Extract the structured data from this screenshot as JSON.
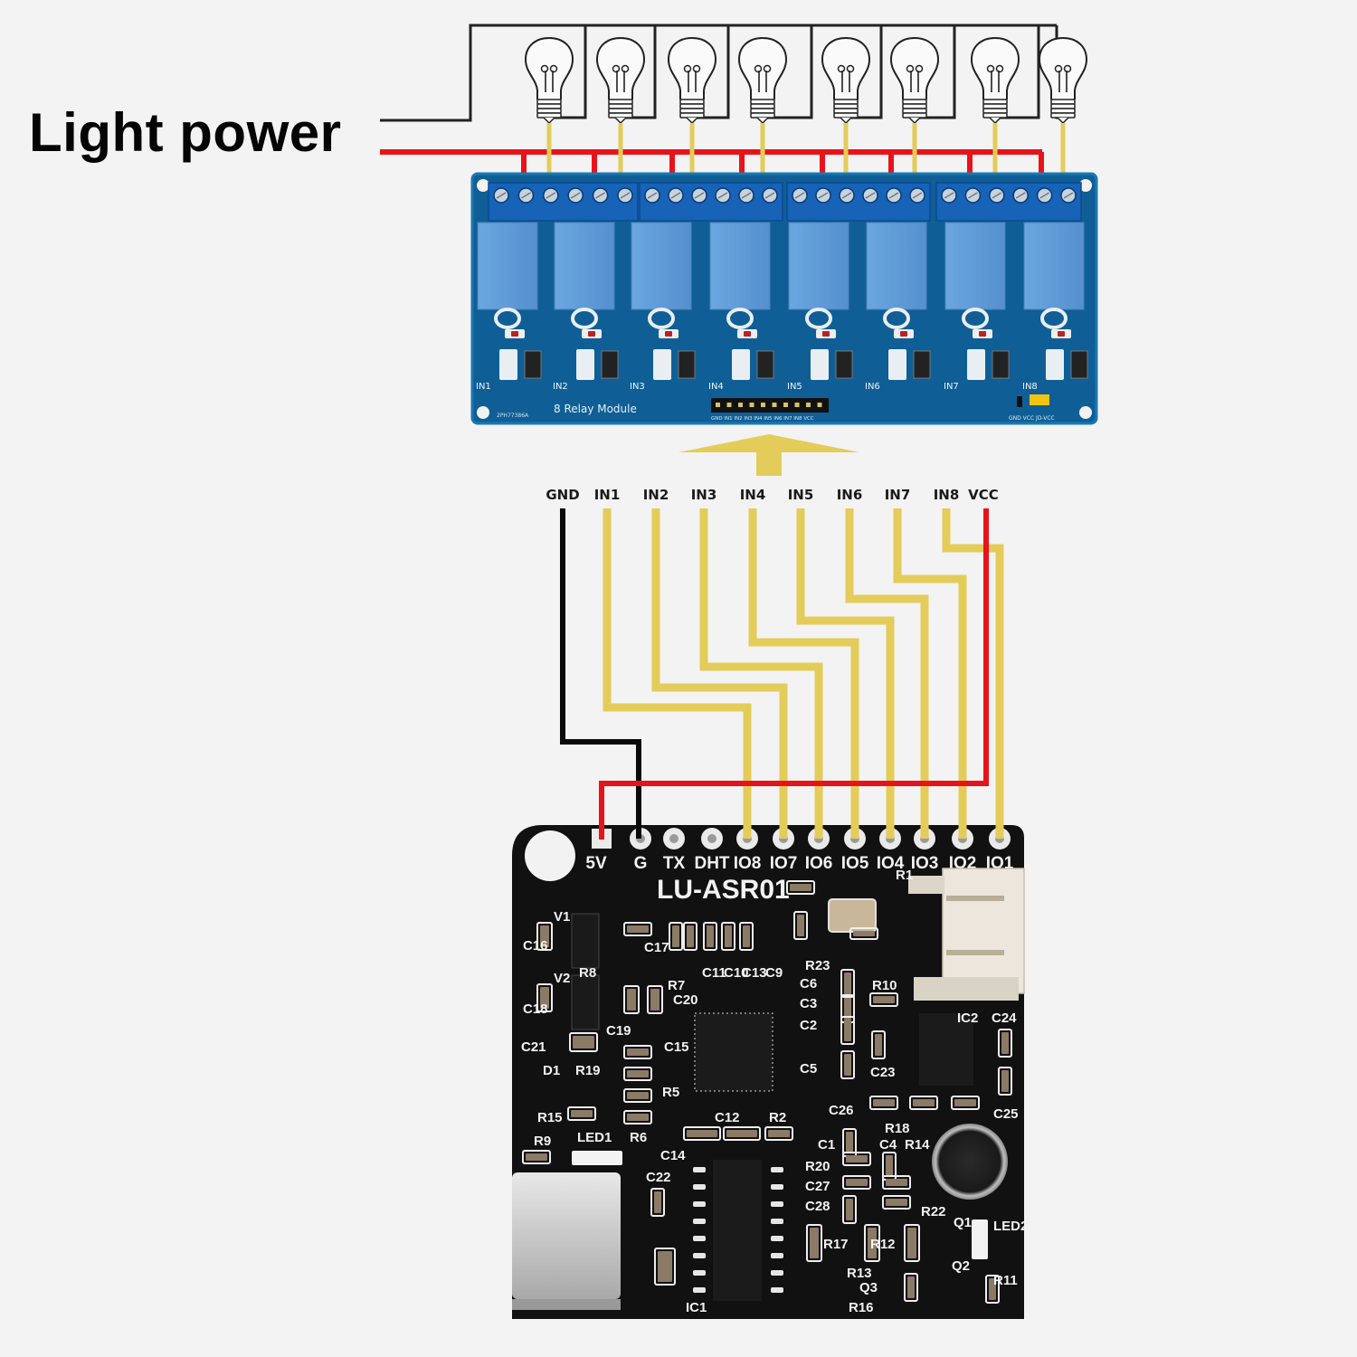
{
  "title": "Light power",
  "colors": {
    "background": "#f3f3f3",
    "power_wire": "#e8131a",
    "signal_wire": "#e3cc5a",
    "ground_wire": "#0a0a0a",
    "neutral_wire": "#222222",
    "relay_board": "#0f5f96",
    "relay_body": "#5e9ad6",
    "terminal_block": "#1663b8",
    "asr_board": "#111111",
    "arrow": "#e3cc5a"
  },
  "lamps": [
    {
      "id": "lamp-1"
    },
    {
      "id": "lamp-2"
    },
    {
      "id": "lamp-3"
    },
    {
      "id": "lamp-4"
    },
    {
      "id": "lamp-5"
    },
    {
      "id": "lamp-6"
    },
    {
      "id": "lamp-7"
    },
    {
      "id": "lamp-8"
    }
  ],
  "relay_module": {
    "name": "8 Relay Module",
    "part_no": "2PH77386A",
    "channel_labels": [
      "IN1",
      "IN2",
      "IN3",
      "IN4",
      "IN5",
      "IN6",
      "IN7",
      "IN8"
    ],
    "header_label": "GND IN1 IN2 IN3 IN4 IN5 IN6 IN7 IN8 VCC",
    "jumper_label": "GND VCC JD-VCC"
  },
  "connector_labels": [
    "GND",
    "IN1",
    "IN2",
    "IN3",
    "IN4",
    "IN5",
    "IN6",
    "IN7",
    "IN8",
    "VCC"
  ],
  "wiring": [
    {
      "from": "GND",
      "to": "G",
      "color": "ground"
    },
    {
      "from": "IN1",
      "to": "IO8",
      "color": "signal"
    },
    {
      "from": "IN2",
      "to": "IO7",
      "color": "signal"
    },
    {
      "from": "IN3",
      "to": "IO6",
      "color": "signal"
    },
    {
      "from": "IN4",
      "to": "IO5",
      "color": "signal"
    },
    {
      "from": "IN5",
      "to": "IO4",
      "color": "signal"
    },
    {
      "from": "IN6",
      "to": "IO3",
      "color": "signal"
    },
    {
      "from": "IN7",
      "to": "IO2",
      "color": "signal"
    },
    {
      "from": "IN8",
      "to": "IO1",
      "color": "signal"
    },
    {
      "from": "VCC",
      "to": "5V",
      "color": "power"
    }
  ],
  "asr_board": {
    "name": "LU-ASR01",
    "pin_labels": [
      "5V",
      "G",
      "TX",
      "DHT",
      "IO8",
      "IO7",
      "IO6",
      "IO5",
      "IO4",
      "IO3",
      "IO2",
      "IO1"
    ],
    "silkscreen": [
      "V1",
      "V2",
      "C16",
      "C18",
      "R8",
      "C17",
      "R7",
      "C20",
      "C19",
      "C21",
      "D1",
      "R19",
      "C15",
      "R5",
      "R15",
      "R6",
      "R9",
      "LED1",
      "C14",
      "C22",
      "C12",
      "R2",
      "IC1",
      "C11",
      "C10",
      "C13",
      "C9",
      "R23",
      "C6",
      "C3",
      "C2",
      "C5",
      "R10",
      "C23",
      "C26",
      "IC2",
      "C24",
      "C25",
      "R18",
      "C1",
      "C4",
      "R14",
      "R20",
      "C27",
      "C28",
      "R22",
      "R17",
      "R12",
      "R13",
      "Q3",
      "R16",
      "Q1",
      "Q2",
      "LED2",
      "R11",
      "R1"
    ]
  }
}
